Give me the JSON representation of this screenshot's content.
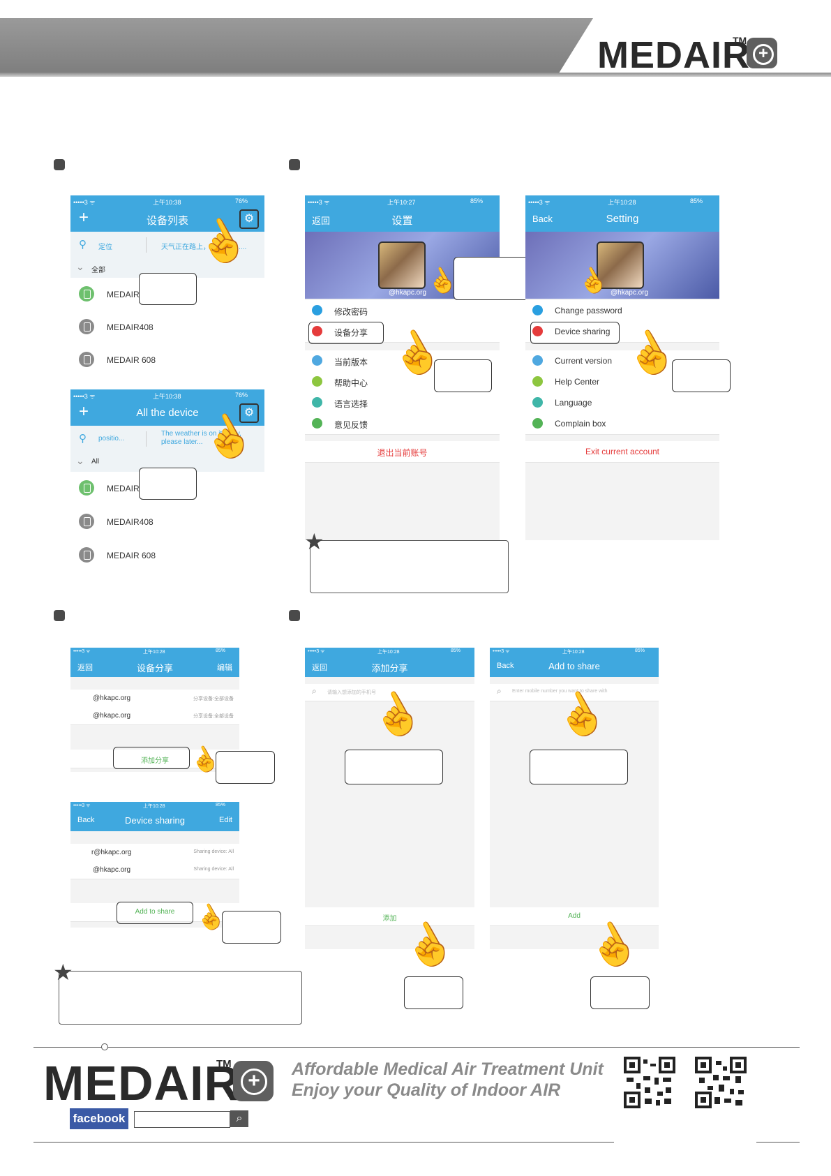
{
  "brand": {
    "name": "MEDAIR",
    "tm": "TM",
    "plus": "+"
  },
  "colors": {
    "accent": "#3fa8df",
    "danger": "#e53b3b",
    "ok": "#53b356",
    "header_grey": "#8a8a8a"
  },
  "phone_cn_list": {
    "status": {
      "carrier": "•••••3 ᯤ",
      "time": "上午10:38",
      "battery": "76%"
    },
    "title": "设备列表",
    "location": "定位",
    "weather": "天气正在路上，请稍后........",
    "group": "全部",
    "devices": [
      "MEDAIR",
      "MEDAIR408",
      "MEDAIR 608"
    ]
  },
  "phone_en_list": {
    "status": {
      "carrier": "•••••3 ᯤ",
      "time": "上午10:38",
      "battery": "76%"
    },
    "title": "All the device",
    "location": "positio...",
    "weather": "The weather is on its way, please later...",
    "group": "All",
    "devices": [
      "MEDAIR",
      "MEDAIR408",
      "MEDAIR 608"
    ]
  },
  "phone_cn_settings": {
    "status": {
      "carrier": "•••••3 ᯤ",
      "time": "上午10:27",
      "battery": "85%"
    },
    "back": "返回",
    "title": "设置",
    "email": "@hkapc.org",
    "items": [
      "修改密码",
      "设备分享",
      "当前版本",
      "帮助中心",
      "语言选择",
      "意见反馈"
    ],
    "logout": "退出当前账号"
  },
  "phone_en_settings": {
    "status": {
      "carrier": "•••••3 ᯤ",
      "time": "上午10:28",
      "battery": "85%"
    },
    "back": "Back",
    "title": "Setting",
    "email": "@hkapc.org",
    "items": [
      "Change password",
      "Device sharing",
      "Current version",
      "Help Center",
      "Language",
      "Complain box"
    ],
    "logout": "Exit current account"
  },
  "phone_cn_share": {
    "status": {
      "carrier": "•••••3 ᯤ",
      "time": "上午10:28",
      "battery": "85%"
    },
    "back": "返回",
    "title": "设备分享",
    "edit": "编辑",
    "rows": [
      {
        "email": "@hkapc.org",
        "info": "分享设备:全部设备"
      },
      {
        "email": "@hkapc.org",
        "info": "分享设备:全部设备"
      }
    ],
    "add": "添加分享"
  },
  "phone_en_share": {
    "status": {
      "carrier": "•••••3 ᯤ",
      "time": "上午10:28",
      "battery": "85%"
    },
    "back": "Back",
    "title": "Device sharing",
    "edit": "Edit",
    "rows": [
      {
        "email": "r@hkapc.org",
        "info": "Sharing device: All"
      },
      {
        "email": "@hkapc.org",
        "info": "Sharing device: All"
      }
    ],
    "add": "Add to share"
  },
  "phone_cn_add": {
    "status": {
      "carrier": "•••••3 ᯤ",
      "time": "上午10:28",
      "battery": "85%"
    },
    "back": "返回",
    "title": "添加分享",
    "placeholder": "请输入想添加的手机号",
    "add": "添加"
  },
  "phone_en_add": {
    "status": {
      "carrier": "•••••3 ᯤ",
      "time": "上午10:28",
      "battery": "85%"
    },
    "back": "Back",
    "title": "Add to share",
    "placeholder": "Enter mobile number you want to share with",
    "add": "Add"
  },
  "footer": {
    "slogan1": "Affordable Medical Air Treatment Unit",
    "slogan2": "Enjoy your Quality of Indoor AIR",
    "facebook": "facebook",
    "search_value": ""
  }
}
